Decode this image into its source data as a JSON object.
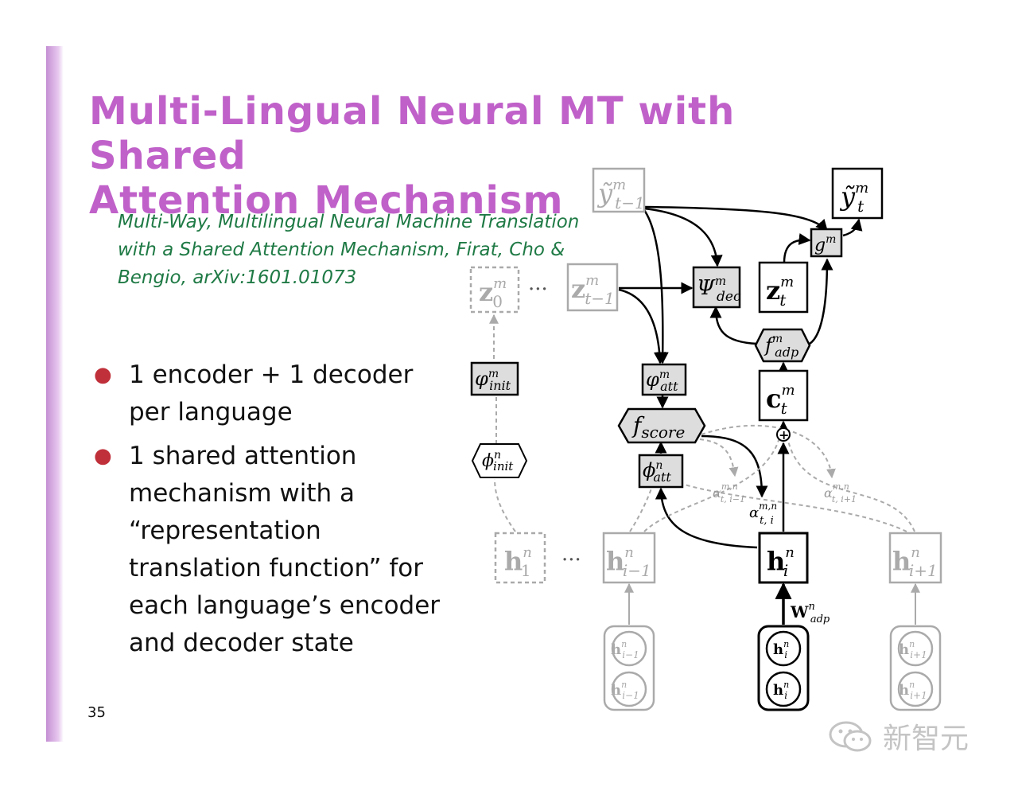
{
  "slide": {
    "title_line1": "Multi-Lingual Neural MT with Shared",
    "title_line2": "Attention Mechanism",
    "citation_line1": "Multi-Way, Multilingual Neural Machine Translation",
    "citation_line2": "with a Shared Attention Mechanism, Firat, Cho &",
    "citation_line3": "Bengio, arXiv:1601.01073",
    "bullets": [
      {
        "text": "1 encoder + 1 decoder per language"
      },
      {
        "text": "1 shared attention mechanism with a “representation translation function” for each language’s encoder and decoder state"
      }
    ],
    "page_number": "35",
    "watermark_text": "新智元"
  },
  "colors": {
    "title": "#c061c9",
    "sidebar": "#c58fd3",
    "citation": "#1f7a45",
    "bullet_dot": "#c0303a",
    "diagram_active": "#000000",
    "diagram_faded": "#aaaaaa"
  },
  "diagram": {
    "y_prev": {
      "main": "ỹ",
      "sup": "m",
      "sub": "t−1"
    },
    "y_t": {
      "main": "ỹ",
      "sup": "m",
      "sub": "t"
    },
    "g": {
      "main": "g",
      "sup": "m"
    },
    "z0": {
      "main": "z",
      "sup": "m",
      "sub": "0"
    },
    "z_prev": {
      "main": "z",
      "sup": "m",
      "sub": "t−1"
    },
    "psi": {
      "main": "Ψ",
      "sup": "m",
      "sub": "dec"
    },
    "z_t": {
      "main": "z",
      "sup": "m",
      "sub": "t"
    },
    "f_adp": {
      "main": "f",
      "sup": "m",
      "sub": "adp"
    },
    "c_t": {
      "main": "c",
      "sup": "m",
      "sub": "t"
    },
    "phi_init_m": {
      "main": "φ",
      "sup": "m",
      "sub": "init"
    },
    "phi_att_m": {
      "main": "φ",
      "sup": "m",
      "sub": "att"
    },
    "f_score": {
      "main": "f",
      "sub": "score"
    },
    "phi_init_n": {
      "main": "ϕ",
      "sup": "n",
      "sub": "init"
    },
    "phi_att_n": {
      "main": "ϕ",
      "sup": "n",
      "sub": "att"
    },
    "alpha_prev": {
      "main": "α",
      "sup": "m,n",
      "sub": "t, i−1"
    },
    "alpha_i": {
      "main": "α",
      "sup": "m,n",
      "sub": "t, i"
    },
    "alpha_next": {
      "main": "α",
      "sup": "m,n",
      "sub": "t, i+1"
    },
    "h1": {
      "main": "h",
      "sup": "n",
      "sub": "1"
    },
    "h_prev": {
      "main": "h",
      "sup": "n",
      "sub": "i−1"
    },
    "h_i": {
      "main": "h",
      "sup": "n",
      "sub": "i"
    },
    "h_next": {
      "main": "h",
      "sup": "n",
      "sub": "i+1"
    },
    "w_adp": {
      "main": "W",
      "sup": "n",
      "sub": "adp"
    },
    "enc_prev_back": {
      "main": "h",
      "sup": "n",
      "sub": "i−1"
    },
    "enc_prev_fwd": {
      "main": "h",
      "sup": "n",
      "sub": "i−1"
    },
    "enc_i_back": {
      "main": "h",
      "sup": "n",
      "sub": "i"
    },
    "enc_i_fwd": {
      "main": "h",
      "sup": "n",
      "sub": "i"
    },
    "enc_next_back": {
      "main": "h",
      "sup": "n",
      "sub": "i+1"
    },
    "enc_next_fwd": {
      "main": "h",
      "sup": "n",
      "sub": "i+1"
    },
    "ellipsis_top": "···",
    "ellipsis_bottom": "···",
    "plus": "+"
  }
}
